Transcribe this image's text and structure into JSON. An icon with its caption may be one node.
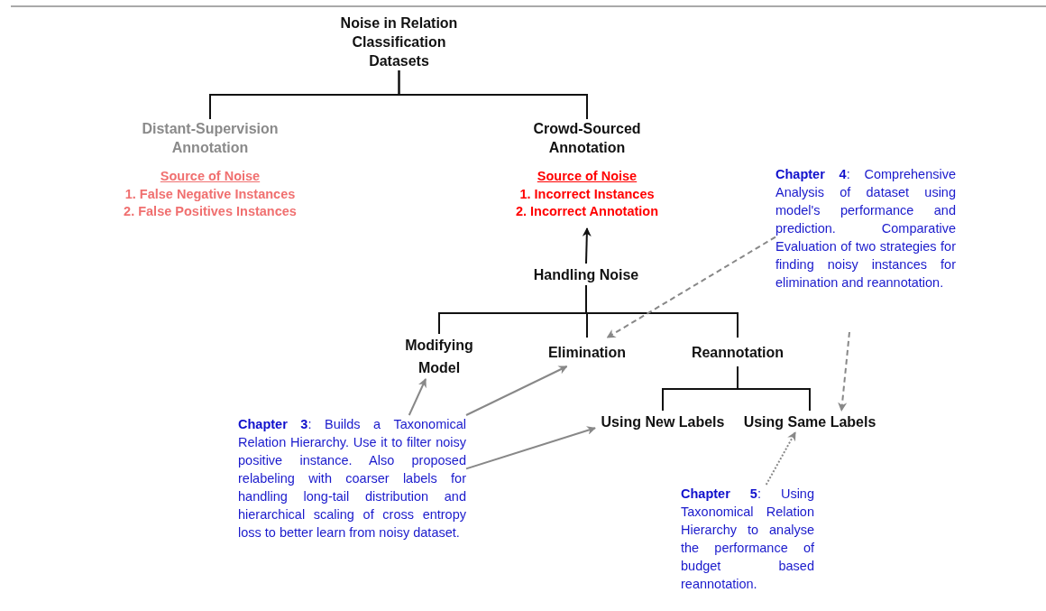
{
  "diagram": {
    "nodes": [
      {
        "text": [
          "Noise in Relation Classification Datasets"
        ]
      },
      {
        "text": [
          "Distant-Supervision Annotation",
          "Source of Noise",
          "1. False Negative Instances",
          "2. False Positives Instances"
        ]
      },
      {
        "text": [
          "Crowd-Sourced Annotation",
          "Source of Noise",
          "1. Incorrect Instances",
          "2. Incorrect Annotation"
        ]
      },
      {
        "text": [
          "Handling Noise"
        ]
      },
      {
        "text": [
          "Modifying Model"
        ]
      },
      {
        "text": [
          "Elimination"
        ]
      },
      {
        "text": [
          "Reannotation"
        ]
      },
      {
        "text": [
          "Using New Labels"
        ]
      },
      {
        "text": [
          "Using Same Labels"
        ]
      },
      {
        "text": [
          "**Chapter 3**: Builds a Taxonomical Relation Hierarchy. Use it to filter noisy positive instance. Also proposed relabeling with coarser labels for handling long-tail distribution and hierarchical scaling of cross entropy loss to better learn from noisy dataset."
        ]
      },
      {
        "text": [
          "**Chapter 4**: Comprehensive Analysis of dataset using model's performance and prediction. Comparative Evaluation of two strategies for finding noisy instances for elimination and reannotation."
        ]
      },
      {
        "text": [
          "**Chapter 5**: Using Taxonomical Relation Hierarchy to analyse the performance of budget based reannotation."
        ]
      }
    ],
    "edges": [
      {
        "from": 0,
        "to": 1,
        "arrow": "none"
      },
      {
        "from": 0,
        "to": 2,
        "arrow": "none"
      },
      {
        "from": 3,
        "to": 2,
        "arrow": "to"
      },
      {
        "from": 3,
        "to": 4,
        "arrow": "none"
      },
      {
        "from": 3,
        "to": 5,
        "arrow": "none"
      },
      {
        "from": 3,
        "to": 6,
        "arrow": "none"
      },
      {
        "from": 6,
        "to": 7,
        "arrow": "none"
      },
      {
        "from": 6,
        "to": 8,
        "arrow": "none"
      },
      {
        "from": 9,
        "to": 4,
        "arrow": "to",
        "color": "#888888"
      },
      {
        "from": 9,
        "to": 5,
        "arrow": "to",
        "color": "#888888"
      },
      {
        "from": 9,
        "to": 7,
        "arrow": "to",
        "color": "#888888"
      },
      {
        "from": 10,
        "to": 5,
        "arrow": "to",
        "style": "dashed",
        "color": "#888888"
      },
      {
        "from": 10,
        "to": 8,
        "arrow": "to",
        "style": "dashed",
        "color": "#888888"
      },
      {
        "from": 11,
        "to": 8,
        "arrow": "to",
        "style": "dashed",
        "color": "#888888"
      }
    ]
  }
}
